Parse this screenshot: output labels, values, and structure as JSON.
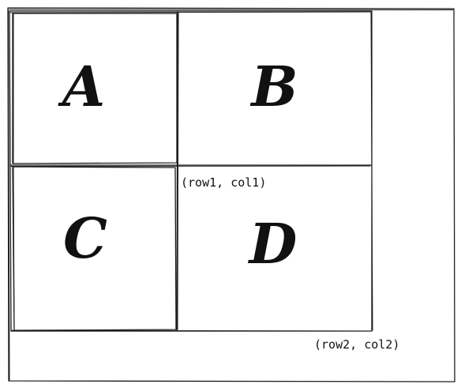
{
  "diagram": {
    "cells": [
      {
        "id": "a",
        "label": "A"
      },
      {
        "id": "b",
        "label": "B"
      },
      {
        "id": "c",
        "label": "C"
      },
      {
        "id": "d",
        "label": "D"
      }
    ],
    "annotations": {
      "row1_col1": "(row1, col1)",
      "row2_col2": "(row2, col2)"
    }
  }
}
